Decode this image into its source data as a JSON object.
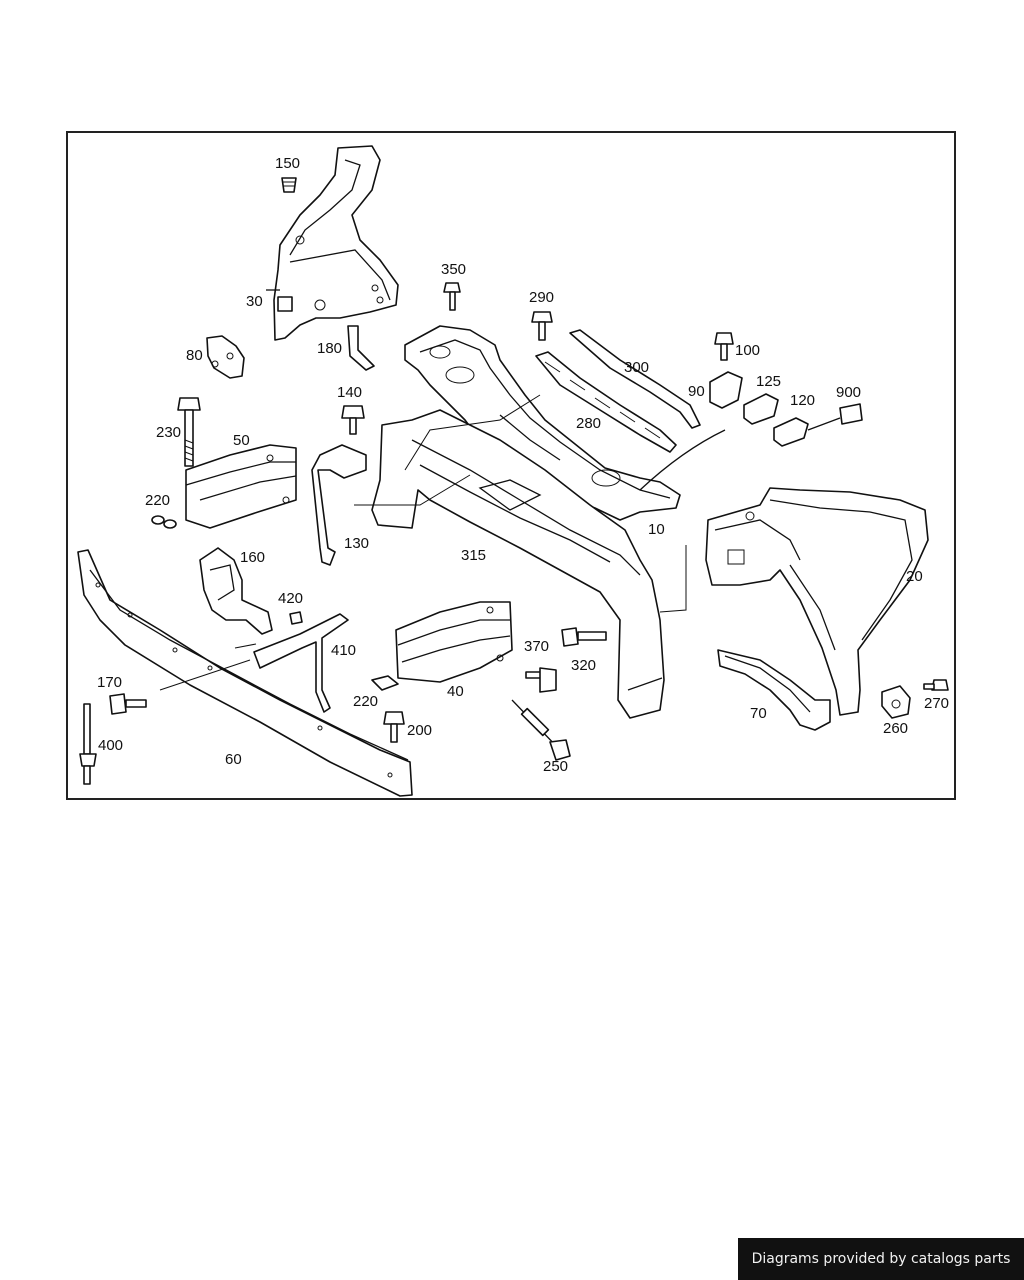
{
  "diagram": {
    "callouts": {
      "c10": "10",
      "c20": "20",
      "c30": "30",
      "c40": "40",
      "c50": "50",
      "c60": "60",
      "c70": "70",
      "c80": "80",
      "c90": "90",
      "c100": "100",
      "c120": "120",
      "c125": "125",
      "c130": "130",
      "c140": "140",
      "c150": "150",
      "c160": "160",
      "c170": "170",
      "c180": "180",
      "c200": "200",
      "c220a": "220",
      "c220b": "220",
      "c230": "230",
      "c250": "250",
      "c260": "260",
      "c270": "270",
      "c280": "280",
      "c290": "290",
      "c300": "300",
      "c315": "315",
      "c320": "320",
      "c350": "350",
      "c370": "370",
      "c400": "400",
      "c410": "410",
      "c420": "420",
      "c900": "900"
    }
  },
  "footer": {
    "text": "Diagrams provided by catalogs parts"
  }
}
